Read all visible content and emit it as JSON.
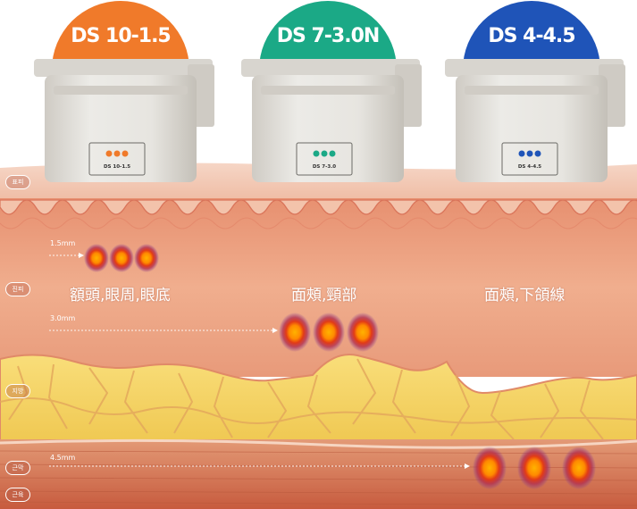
{
  "cartridges": [
    {
      "name": "DS 10-1.5",
      "chip_label": "DS 10-1.5",
      "color": "#f07a2a"
    },
    {
      "name": "DS 7-3.0N",
      "chip_label": "DS 7-3.0",
      "color": "#1ba986"
    },
    {
      "name": "DS 4-4.5",
      "chip_label": "DS 4-4.5",
      "color": "#1f54b8"
    }
  ],
  "layers": {
    "epidermis": "표피",
    "dermis": "진피",
    "fat": "지방",
    "smas": "근막",
    "muscle": "근육"
  },
  "depths": {
    "d1": "1.5mm",
    "d2": "3.0mm",
    "d3": "4.5mm"
  },
  "zones": {
    "z1": "額頭,眼周,眼底",
    "z2": "面頰,頸部",
    "z3": "面頰,下頜線"
  }
}
